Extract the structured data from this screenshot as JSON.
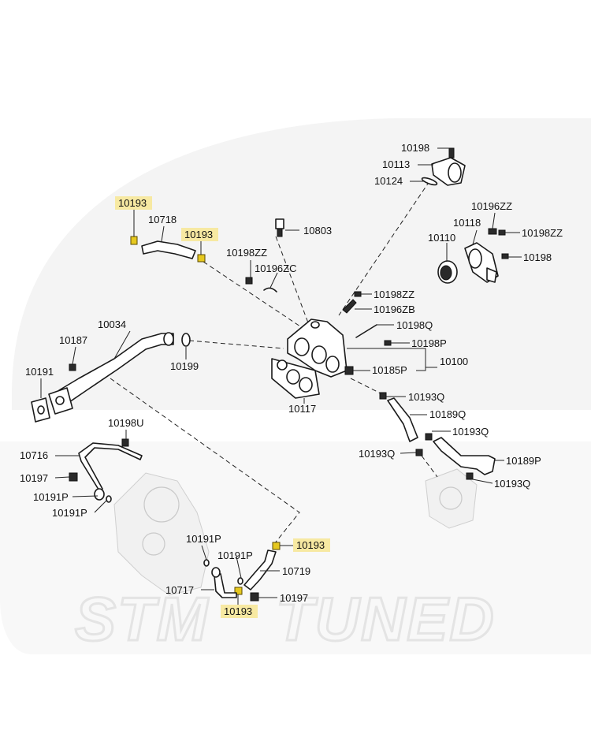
{
  "watermark": {
    "left": "STM",
    "right": "TUNED"
  },
  "labels": {
    "p10198_top": "10198",
    "p10113": "10113",
    "p10124": "10124",
    "p10196ZZ": "10196ZZ",
    "p10118": "10118",
    "p10198ZZ_right": "10198ZZ",
    "p10110": "10110",
    "p10198_right": "10198",
    "p10193_topleft": "10193",
    "p10718": "10718",
    "p10193_top": "10193",
    "p10803": "10803",
    "p10198ZZ_mid": "10198ZZ",
    "p10196ZC": "10196ZC",
    "p10198ZZ_b": "10198ZZ",
    "p10196ZB": "10196ZB",
    "p10034": "10034",
    "p10198Q": "10198Q",
    "p10187": "10187",
    "p10198P": "10198P",
    "p10199": "10199",
    "p10100": "10100",
    "p10191": "10191",
    "p10185P": "10185P",
    "p10193Q_a": "10193Q",
    "p10117": "10117",
    "p10189Q": "10189Q",
    "p10198U": "10198U",
    "p10193Q_b": "10193Q",
    "p10716": "10716",
    "p10193Q_c": "10193Q",
    "p10189P": "10189P",
    "p10197_left": "10197",
    "p10193Q_d": "10193Q",
    "p10191P_a": "10191P",
    "p10191P_b": "10191P",
    "p10191P_c": "10191P",
    "p10193_bottom": "10193",
    "p10191P_d": "10191P",
    "p10719": "10719",
    "p10717": "10717",
    "p10197_bottom": "10197",
    "p10193_bottomleft": "10193"
  },
  "colors": {
    "highlight": "#f7e9a2",
    "highlighted_part": "#e6c81f",
    "line": "#1a1a1a"
  }
}
